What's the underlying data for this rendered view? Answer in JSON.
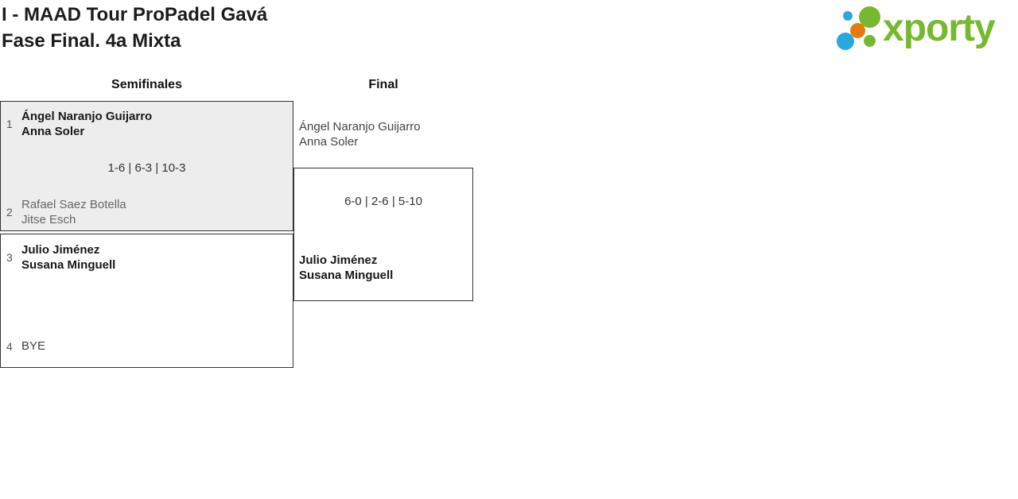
{
  "title": {
    "line1": "I - MAAD Tour ProPadel Gavá",
    "line2": "Fase Final. 4a Mixta"
  },
  "logo": {
    "wordmark": "xporty"
  },
  "colors": {
    "brand_green": "#76b82e",
    "brand_blue": "#29a8e0",
    "brand_orange": "#e8790f",
    "box_border": "#333333",
    "box_fill_highlight": "#ededed"
  },
  "rounds": {
    "semifinals_header": "Semifinales",
    "final_header": "Final"
  },
  "semifinal_match_1": {
    "seed_top": "1",
    "team_top_line1": "Ángel Naranjo Guijarro",
    "team_top_line2": "Anna Soler",
    "score": "1-6 | 6-3 | 10-3",
    "seed_bottom": "2",
    "team_bottom_line1": "Rafael Saez Botella",
    "team_bottom_line2": "Jitse Esch"
  },
  "semifinal_match_2": {
    "seed_top": "3",
    "team_top_line1": "Julio Jiménez",
    "team_top_line2": "Susana Minguell",
    "seed_bottom": "4",
    "team_bottom_bye": "BYE"
  },
  "final_match": {
    "team_top_line1": "Ángel Naranjo Guijarro",
    "team_top_line2": "Anna Soler",
    "score": "6-0 | 2-6 | 5-10",
    "team_bottom_line1": "Julio Jiménez",
    "team_bottom_line2": "Susana Minguell"
  }
}
